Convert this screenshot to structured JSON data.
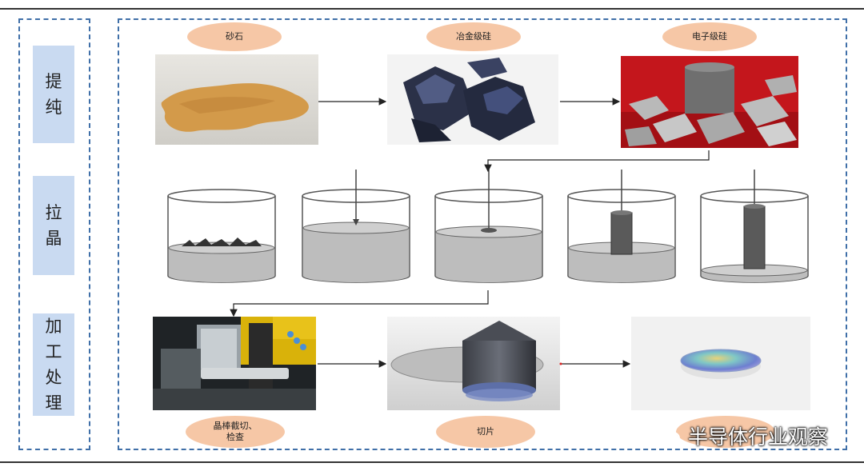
{
  "stages": [
    {
      "chars": [
        "提",
        "纯"
      ]
    },
    {
      "chars": [
        "拉",
        "晶"
      ]
    },
    {
      "chars": [
        "加",
        "工",
        "处",
        "理"
      ]
    }
  ],
  "nodes": {
    "sand": "砂石",
    "metallurgical_silicon": "冶金级硅",
    "electronic_silicon": "电子级硅",
    "ingot_cut_line1": "晶棒截切、",
    "ingot_cut_line2": "检查",
    "slicing": "切片"
  },
  "watermark": "半导体行业观察",
  "colors": {
    "border_dash": "#3f6fa8",
    "stage_fill": "#c9daf1",
    "oval_fill": "#f6c7a6"
  }
}
